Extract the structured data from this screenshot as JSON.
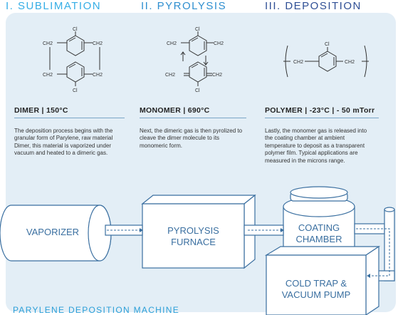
{
  "stages": [
    {
      "title": "I. SUBLIMATION",
      "heading": "DIMER | 150°C",
      "description": "The deposition process begins with the granular form of Parylene, raw material Dimer, this material is vaporized under vacuum and heated to a dimeric gas."
    },
    {
      "title": "II. PYROLYSIS",
      "heading": "MONOMER | 690°C",
      "description": "Next, the dimeric gas is then pyrolized to cleave the dimer molecule to its monomeric form."
    },
    {
      "title": "III. DEPOSITION",
      "heading": "POLYMER | -23°C | - 50 mTorr",
      "description": "Lastly, the monomer gas is released into the coating chamber at ambient temperature to deposit as a transparent polymer film. Typical applications are measured in the microns range."
    }
  ],
  "molecules": {
    "cl": "Cl",
    "ch2": "CH2",
    "ch2_double": "=CH2",
    "ch2_left_double": "CH2="
  },
  "machine": {
    "title": "PARYLENE DEPOSITION MACHINE",
    "vaporizer": "VAPORIZER",
    "furnace_line1": "PYROLYSIS",
    "furnace_line2": "FURNACE",
    "chamber_line1": "COATING",
    "chamber_line2": "CHAMBER",
    "pump_line1": "COLD TRAP &",
    "pump_line2": "VACUUM PUMP"
  },
  "colors": {
    "title_1": "#35aee6",
    "title_2": "#2f8fd0",
    "title_3": "#2f4f95",
    "panel": "#e3eef6",
    "line": "#3a6fa0",
    "accent": "#2b9fd8"
  }
}
